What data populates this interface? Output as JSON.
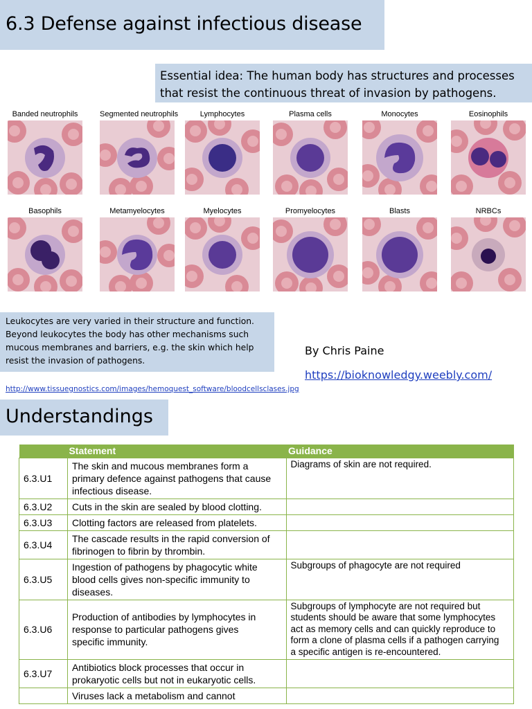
{
  "title": "6.3 Defense against infectious disease",
  "essential_idea": [
    "Essential idea: The human body has structures and processes",
    "that resist the continuous threat of invasion by pathogens."
  ],
  "cells": [
    {
      "label": "Banded neutrophils",
      "nucleus": "band"
    },
    {
      "label": "Segmented neutrophils",
      "nucleus": "segmented"
    },
    {
      "label": "Lymphocytes",
      "nucleus": "round"
    },
    {
      "label": "Plasma cells",
      "nucleus": "round"
    },
    {
      "label": "Monocytes",
      "nucleus": "kidney"
    },
    {
      "label": "Eosinophils",
      "nucleus": "bilobed"
    },
    {
      "label": "Basophils",
      "nucleus": "lobed"
    },
    {
      "label": "Metamyelocytes",
      "nucleus": "kidney"
    },
    {
      "label": "Myelocytes",
      "nucleus": "round"
    },
    {
      "label": "Promyelocytes",
      "nucleus": "round"
    },
    {
      "label": "Blasts",
      "nucleus": "round"
    },
    {
      "label": "NRBCs",
      "nucleus": "small"
    }
  ],
  "leukocytes_note": [
    "Leukocytes are very varied in their structure and function.",
    "Beyond leukocytes the body has other mechanisms such",
    "mucous membranes and barriers, e.g. the skin which help",
    "resist the invasion of pathogens."
  ],
  "author": "By Chris Paine",
  "site_link": "https://bioknowledgy.weebly.com/",
  "source_link": "http://www.tissuegnostics.com/images/hemoquest_software/bloodcellsclases.jpg",
  "understandings_heading": "Understandings",
  "table": {
    "headers": [
      "",
      "Statement",
      "Guidance"
    ],
    "rows": [
      {
        "code": "6.3.U1",
        "statement": [
          "The skin and mucous membranes form a",
          "primary defence against pathogens that cause",
          "infectious disease."
        ],
        "guidance": [
          "Diagrams of skin are not required."
        ]
      },
      {
        "code": "6.3.U2",
        "statement": [
          "Cuts in the skin are sealed by blood clotting."
        ],
        "guidance": []
      },
      {
        "code": "6.3.U3",
        "statement": [
          "Clotting factors are released from platelets."
        ],
        "guidance": []
      },
      {
        "code": "6.3.U4",
        "statement": [
          "The cascade results in the rapid conversion of",
          "fibrinogen to fibrin by thrombin."
        ],
        "guidance": []
      },
      {
        "code": "6.3.U5",
        "statement": [
          "Ingestion of pathogens by phagocytic white",
          "blood cells gives non-specific immunity to",
          "diseases."
        ],
        "guidance": [
          "Subgroups of phagocyte are not required"
        ]
      },
      {
        "code": "6.3.U6",
        "statement": [
          "Production of antibodies by lymphocytes in",
          "response to particular pathogens gives",
          "specific immunity."
        ],
        "guidance": [
          "Subgroups of lymphocyte are not required but",
          "students should be aware that some lymphocytes",
          "act as memory cells and can quickly reproduce to",
          "form a clone of plasma cells if a pathogen carrying",
          "a specific antigen is re-encountered."
        ]
      },
      {
        "code": "6.3.U7",
        "statement": [
          "Antibiotics block processes that occur in",
          "prokaryotic cells but not in eukaryotic cells."
        ],
        "guidance": []
      },
      {
        "code": "",
        "statement": [
          "Viruses lack a metabolism and cannot"
        ],
        "guidance": []
      }
    ]
  }
}
